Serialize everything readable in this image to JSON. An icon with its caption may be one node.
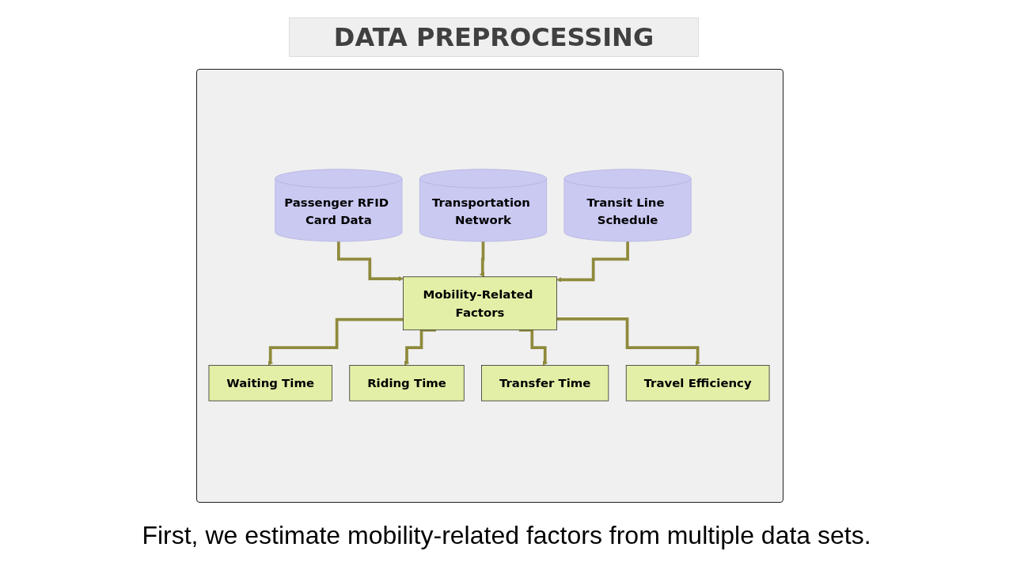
{
  "diagram": {
    "title": "DATA PREPROCESSING",
    "caption": "First, we estimate mobility-related factors from multiple data sets.",
    "nodes": [
      {
        "text": [
          "Passenger RFID Card Data"
        ]
      },
      {
        "text": [
          "Transportation Network"
        ]
      },
      {
        "text": [
          "Transit Line Schedule"
        ]
      },
      {
        "text": [
          "Mobility-Related Factors"
        ]
      },
      {
        "text": [
          "Waiting Time"
        ]
      },
      {
        "text": [
          "Riding Time"
        ]
      },
      {
        "text": [
          "Transfer Time"
        ]
      },
      {
        "text": [
          "Travel Efficiency"
        ]
      }
    ],
    "edges": [
      {
        "from": 0,
        "to": 3,
        "arrow": "to"
      },
      {
        "from": 1,
        "to": 3,
        "arrow": "to"
      },
      {
        "from": 2,
        "to": 3,
        "arrow": "to"
      },
      {
        "from": 3,
        "to": 4,
        "arrow": "to"
      },
      {
        "from": 3,
        "to": 5,
        "arrow": "to"
      },
      {
        "from": 3,
        "to": 6,
        "arrow": "to"
      },
      {
        "from": 3,
        "to": 7,
        "arrow": "to"
      }
    ]
  }
}
